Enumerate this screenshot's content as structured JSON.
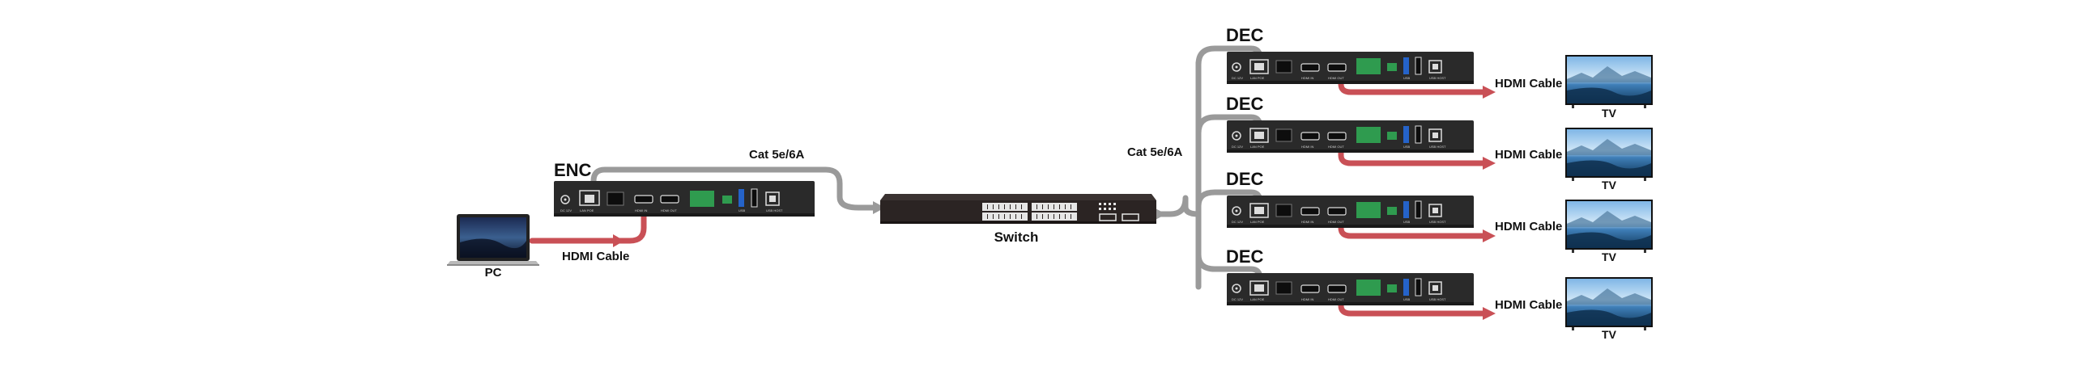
{
  "labels": {
    "pc": "PC",
    "enc": "ENC",
    "switch": "Switch",
    "hdmi_cable": "HDMI Cable",
    "cat_cable": "Cat  5e/6A",
    "dec": "DEC",
    "tv": "TV"
  },
  "colors": {
    "cat_cable": "#9a9a9a",
    "hdmi_cable": "#c95056",
    "device_body": "#2a2a2a",
    "switch_body": "#2b2423",
    "label": "#111111"
  },
  "icons": {
    "pc": "laptop-icon",
    "enc": "encoder-box-icon",
    "dec": "decoder-box-icon",
    "switch": "network-switch-icon",
    "tv": "tv-icon"
  }
}
